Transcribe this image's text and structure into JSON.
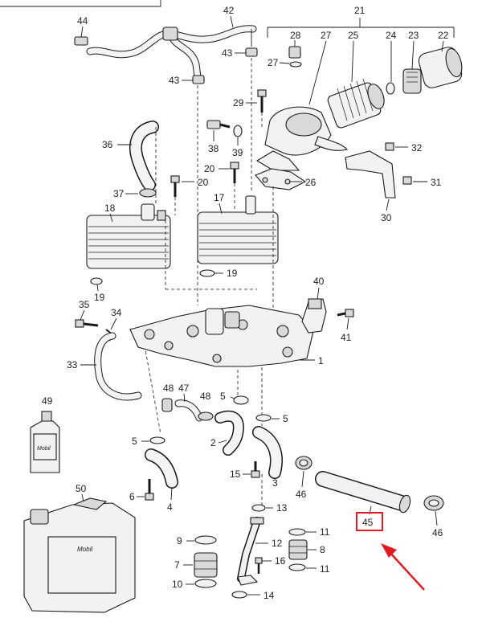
{
  "highlight": {
    "label": "45",
    "box_color": "#e01b24",
    "arrow_color": "#e01b24"
  },
  "callouts": {
    "c1": "1",
    "c2": "2",
    "c3": "3",
    "c4": "4",
    "c5a": "5",
    "c5b": "5",
    "c5c": "5",
    "c6": "6",
    "c7": "7",
    "c8": "8",
    "c9": "9",
    "c10": "10",
    "c11a": "11",
    "c11b": "11",
    "c12": "12",
    "c13": "13",
    "c14": "14",
    "c15": "15",
    "c16": "16",
    "c17": "17",
    "c18": "18",
    "c19a": "19",
    "c19b": "19",
    "c20a": "20",
    "c20b": "20",
    "c21": "21",
    "c22": "22",
    "c23": "23",
    "c24": "24",
    "c25": "25",
    "c26": "26",
    "c27a": "27",
    "c27b": "27",
    "c28": "28",
    "c29": "29",
    "c30": "30",
    "c31": "31",
    "c32": "32",
    "c33": "33",
    "c34": "34",
    "c35": "35",
    "c36": "36",
    "c37": "37",
    "c38": "38",
    "c39": "39",
    "c40": "40",
    "c41": "41",
    "c42": "42",
    "c43a": "43",
    "c43b": "43",
    "c44": "44",
    "c46a": "46",
    "c46b": "46",
    "c47": "47",
    "c48a": "48",
    "c48b": "48",
    "c49": "49",
    "c50": "50"
  },
  "brand_labels": {
    "bottle": "Mobil",
    "canister": "Mobil"
  }
}
